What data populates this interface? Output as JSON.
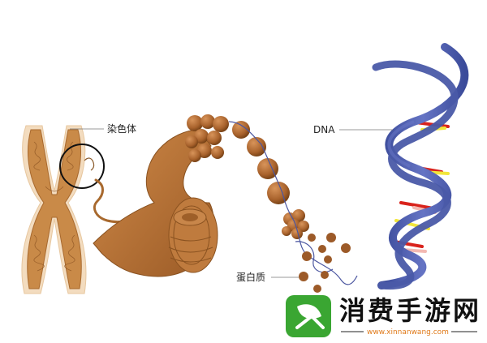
{
  "labels": {
    "chromosome": "染色体",
    "dna": "DNA",
    "protein": "蛋白质"
  },
  "watermark": {
    "text": "消费手游网",
    "url": "www.xinnanwang.com",
    "logo_icon": "leaf-k-logo-icon"
  },
  "colors": {
    "chromosome": "#c98a48",
    "chromatin": "#b56f30",
    "nucleosome": "#9c5a28",
    "dna_backbone": "#4a5aa8",
    "pair_red": "#d9231c",
    "pair_yellow": "#f2e63a",
    "pair_pink": "#f3b9b2",
    "watermark_green": "#3aa632"
  }
}
